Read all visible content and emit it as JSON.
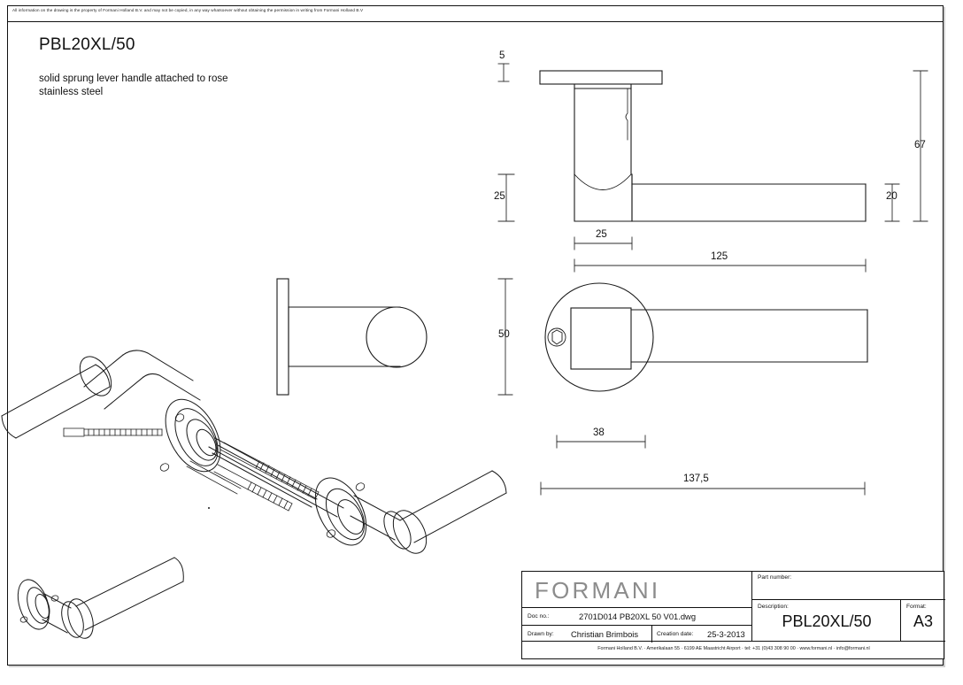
{
  "sheet": {
    "copyright": "All information on the drawing is the property of Formani Holland B.V. and may not be copied, in any way whatsoever without obtaining the permission in writing from Formani Holland B.V",
    "title": "PBL20XL/50",
    "description_line1": "solid sprung lever handle attached to rose",
    "description_line2": "stainless steel"
  },
  "dimensions": {
    "rose_thickness": "5",
    "neck_height": "25",
    "neck_width": "25",
    "lever_diameter": "20",
    "total_height": "67",
    "lever_length": "125",
    "rose_diameter": "50",
    "projection": "38",
    "overall_length": "137,5"
  },
  "title_block": {
    "brand": "FORMANI",
    "doc_no_label": "Doc no.:",
    "doc_no_value": "2701D014 PB20XL 50 V01.dwg",
    "drawn_by_label": "Drawn by:",
    "drawn_by_value": "Christian Brimbois",
    "creation_date_label": "Creation date:",
    "creation_date_value": "25-3-2013",
    "part_number_label": "Part number:",
    "part_number_value": "",
    "description_label": "Description:",
    "description_value": "PBL20XL/50",
    "format_label": "Format:",
    "format_value": "A3",
    "footer": "Formani Holland B.V. · Amerikalaan 55 · 6199 AE Maastricht Airport · tel: +31 (0)43 308 90 00 · www.formani.nl · info@formani.nl"
  },
  "views": {
    "front_elevation": "front-elevation-view",
    "side_elevation": "side-elevation-view",
    "plan_view": "plan-view",
    "iso_exploded": "isometric-exploded-assembly",
    "iso_single": "isometric-single-lever"
  },
  "colors": {
    "line": "#1a1a1a",
    "thin_line": "#555555",
    "logo": "#8c8c8c"
  }
}
